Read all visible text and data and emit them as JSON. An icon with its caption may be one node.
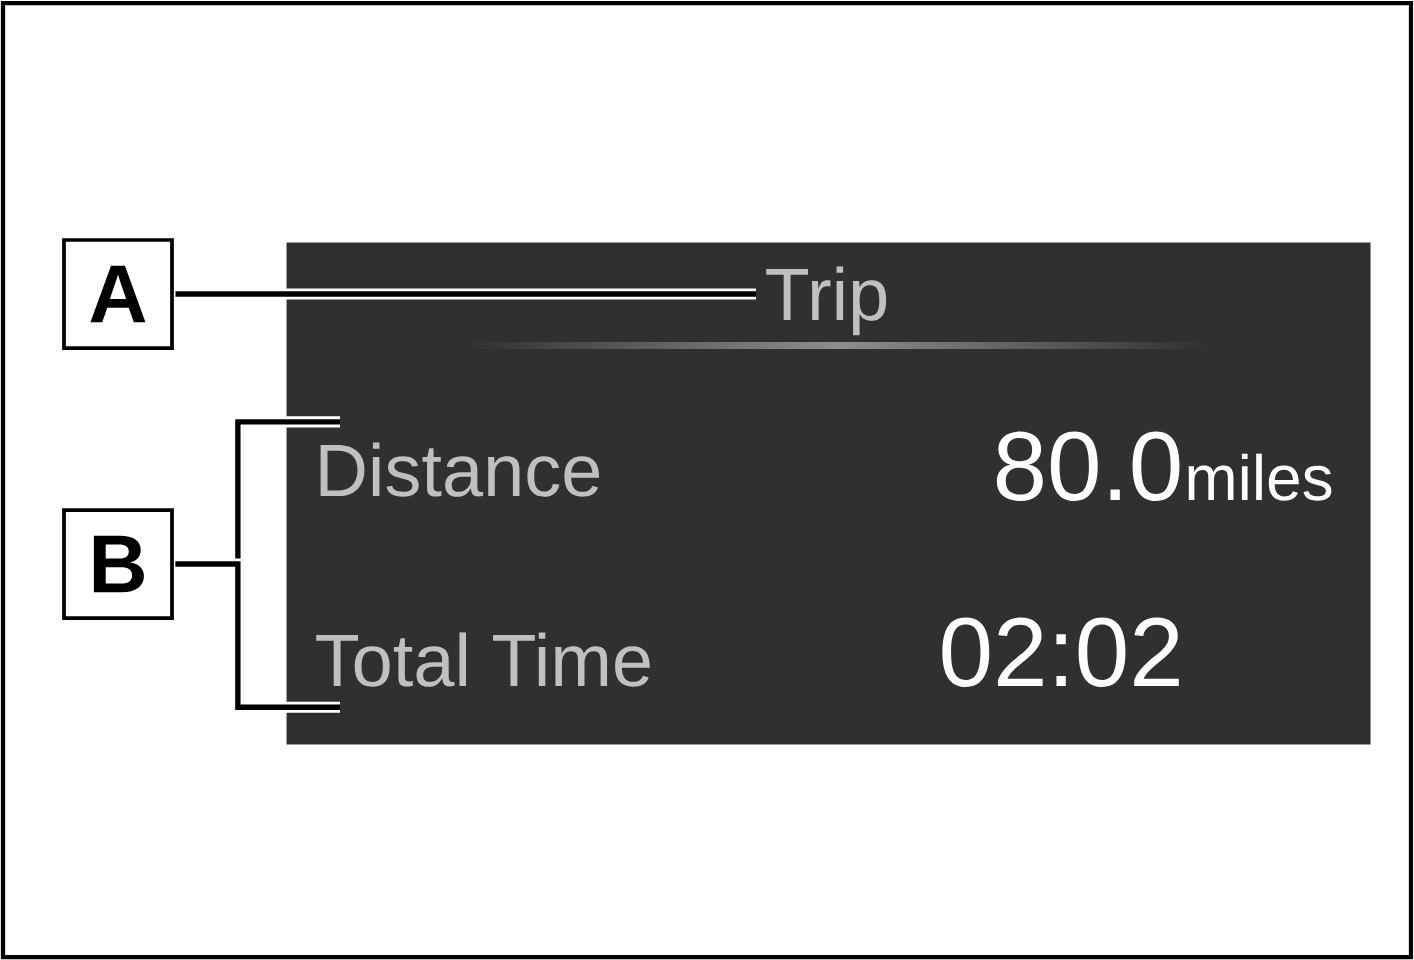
{
  "diagram": {
    "nodes": [
      {
        "text": [
          "A"
        ]
      },
      {
        "text": [],
        "shape": "box"
      },
      {
        "text": [
          "Trip"
        ],
        "in": 1
      },
      {
        "text": [
          "B"
        ]
      },
      {
        "text": [
          "Distance"
        ],
        "in": 1
      },
      {
        "text": [
          "Total Time"
        ],
        "in": 1
      }
    ],
    "edges": [
      {
        "from": 0,
        "to": 2,
        "arrow": "none"
      },
      {
        "from": 3,
        "to": 4,
        "arrow": "none"
      },
      {
        "from": 3,
        "to": 5,
        "arrow": "none"
      }
    ],
    "labels": [
      "80.0",
      "miles",
      "02:02"
    ]
  }
}
